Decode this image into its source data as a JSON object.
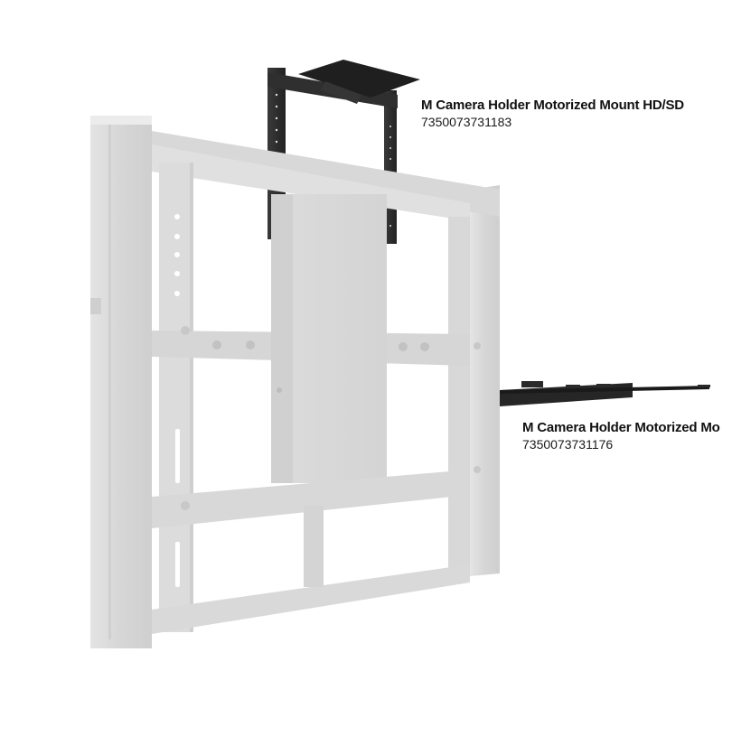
{
  "scene": {
    "description": "Motorized display wall mount frame with two camera holder accessories",
    "background_color": "#ffffff",
    "frame_color": "#dcdcdc",
    "accessory_color": "#2e2e2e"
  },
  "products": [
    {
      "name": "M Camera Holder Motorized Mount HD/SD",
      "code": "7350073731183",
      "position": "top"
    },
    {
      "name": "M Camera Holder Motorized Mo",
      "code": "7350073731176",
      "position": "side"
    }
  ]
}
